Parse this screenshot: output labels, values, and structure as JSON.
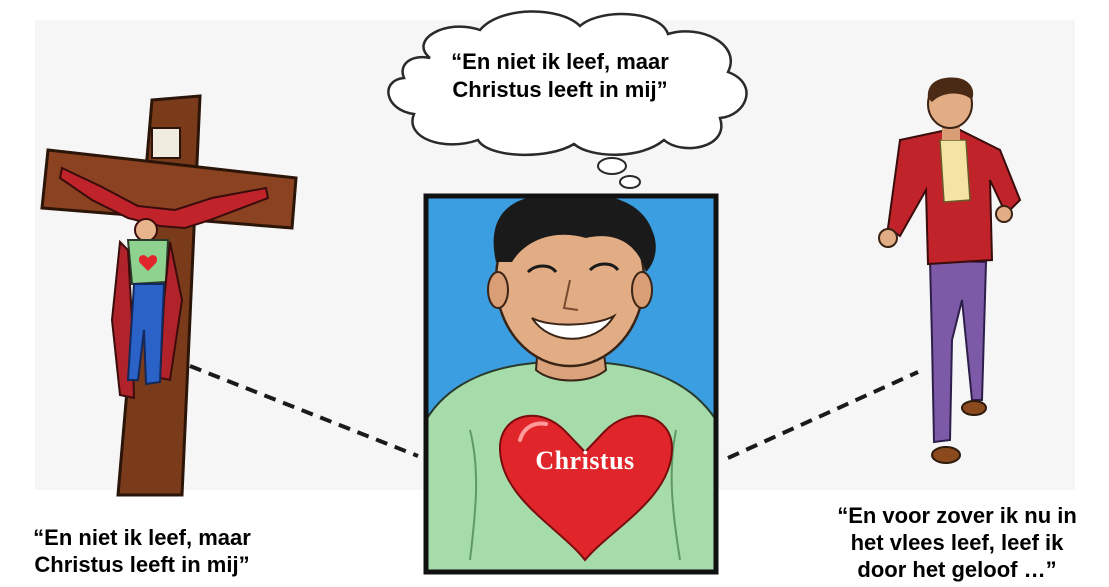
{
  "thought_bubble": {
    "line1": "“En niet ik leef, maar",
    "line2": "Christus leeft in mij”"
  },
  "heart": {
    "label": "Christus",
    "color": "#e0262a"
  },
  "left_caption": {
    "line1": "“En niet ik leef, maar",
    "line2": "Christus leeft in mij”"
  },
  "right_caption": {
    "line1": "“En voor zover ik nu in",
    "line2": "het vlees leef, leef ik",
    "line3": "door het geloof …”"
  },
  "colors": {
    "sky": "#3a9ee0",
    "shirt": "#a6dcaa",
    "cross": "#7a3b1a",
    "robe": "#b0232a",
    "jacket": "#c0242a",
    "jeans": "#7c5aa8",
    "frame": "#111111"
  }
}
